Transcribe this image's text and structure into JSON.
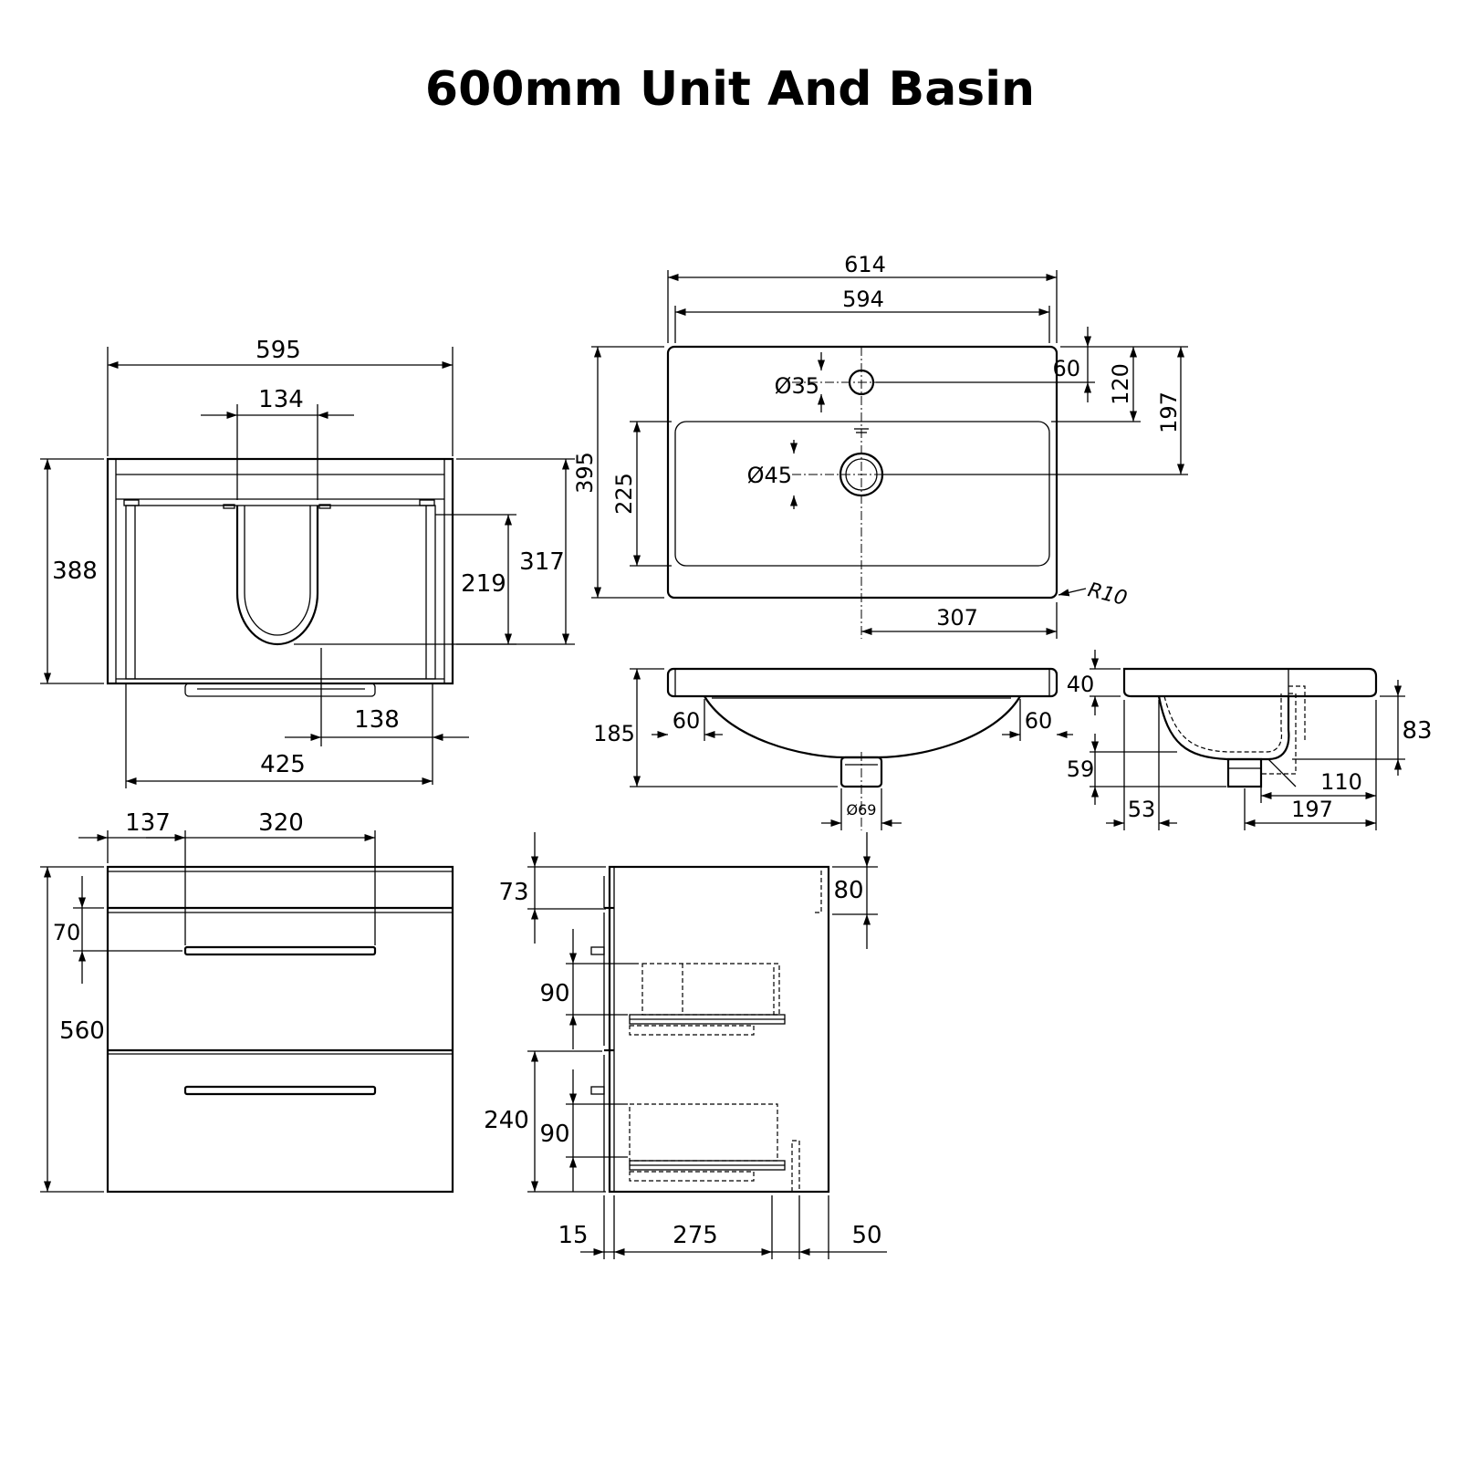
{
  "title": "600mm Unit And Basin",
  "views": {
    "unit_top": {
      "width": "595",
      "depth": "388",
      "cutout_width": "134",
      "inner_depth": "317",
      "cutout_depth": "219",
      "cutout_offset": "138",
      "inner_width": "425"
    },
    "basin_top": {
      "overall_width": "614",
      "inner_width": "594",
      "tap_hole_diameter": "Ø35",
      "waste_diameter": "Ø45",
      "depth": "395",
      "bowl_depth": "225",
      "tap_hole_offset": "60",
      "bowl_front_offset": "120",
      "waste_offset": "197",
      "half_width": "307",
      "corner_radius": "R10"
    },
    "basin_front": {
      "height": "185",
      "left_margin": "60",
      "right_margin": "60",
      "waste_outlet": "Ø69"
    },
    "basin_side": {
      "rim_height": "40",
      "bowl_height": "83",
      "waste_drop": "59",
      "waste_from_front": "110",
      "waste_width": "53",
      "overall_depth": "197"
    },
    "unit_front": {
      "handle_offset": "137",
      "handle_width": "320",
      "handle_height_from_top": "70",
      "height": "560"
    },
    "unit_side": {
      "top_rail": "73",
      "back_rail": "80",
      "runner_upper": "90",
      "runner_lower": "90",
      "lower_drawer": "240",
      "front_thickness": "15",
      "runner_depth": "275",
      "rear_gap": "50"
    }
  }
}
